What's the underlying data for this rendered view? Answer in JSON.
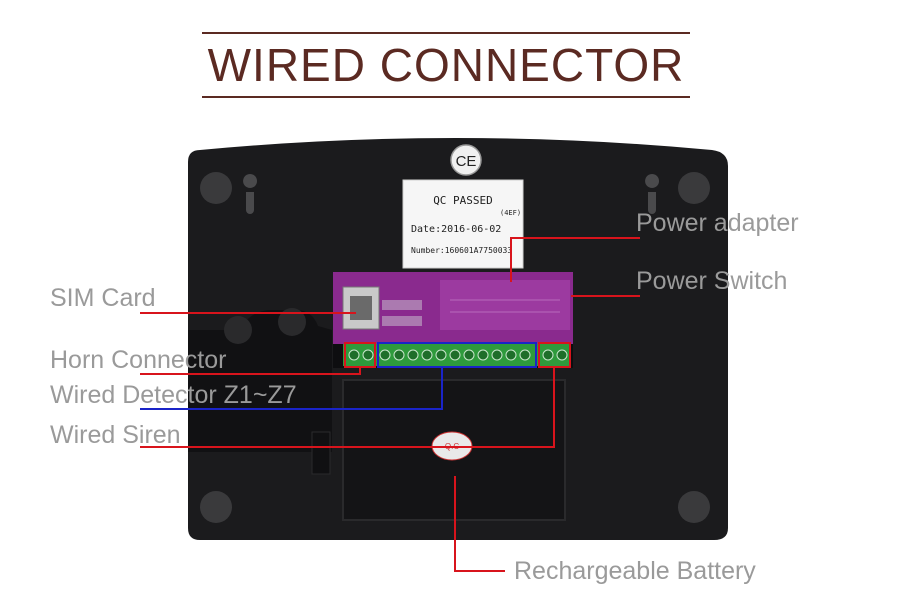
{
  "heading": "WIRED CONNECTOR",
  "sticker": {
    "title": "QC PASSED",
    "code": "(4EF)",
    "date": "Date:2016-06-02",
    "number": "Number:160601A7750033"
  },
  "labels": {
    "power_adapter": "Power adapter",
    "power_switch": "Power Switch",
    "sim_card": "SIM Card",
    "horn_connector": "Horn Connector",
    "wired_detector": "Wired Detector Z1~Z7",
    "wired_siren": "Wired Siren",
    "battery": "Rechargeable Battery"
  },
  "ce_mark": "CE",
  "battery_seal": "Q.C",
  "colors": {
    "heading": "#5b2a22",
    "label": "#9a9a9a",
    "red_leader": "#d8141c",
    "blue_leader": "#1a24c8",
    "device_body": "#1b1b1d",
    "pcb": "#8a2a8e",
    "terminal": "#2e9a3c"
  }
}
